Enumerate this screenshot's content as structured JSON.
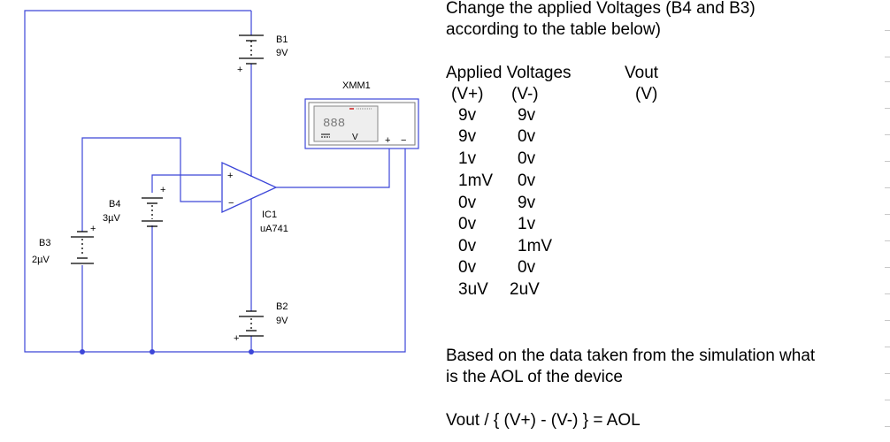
{
  "circuit": {
    "b1": {
      "name": "B1",
      "voltage": "9V"
    },
    "b2": {
      "name": "B2",
      "voltage": "9V"
    },
    "b3": {
      "name": "B3",
      "voltage": "2µV"
    },
    "b4": {
      "name": "B4",
      "voltage": "3µV"
    },
    "ic1": {
      "name": "IC1",
      "part": "uA741"
    },
    "multimeter": {
      "name": "XMM1",
      "display": "888",
      "unit": "V"
    },
    "plus_sign": "+",
    "minus_sign": "−"
  },
  "instructions": {
    "line1": "Change the applied Voltages (B4 and B3)",
    "line2": "according to the table below)"
  },
  "table": {
    "header_applied": "Applied Voltages",
    "header_vout": "Vout",
    "sub_vplus": "(V+)",
    "sub_vminus": "(V-)",
    "sub_vout": "(V)",
    "rows": [
      {
        "vplus": "9v",
        "vminus": "9v"
      },
      {
        "vplus": "9v",
        "vminus": "0v"
      },
      {
        "vplus": "1v",
        "vminus": "0v"
      },
      {
        "vplus": "1mV",
        "vminus": "0v"
      },
      {
        "vplus": "0v",
        "vminus": "9v"
      },
      {
        "vplus": "0v",
        "vminus": "1v"
      },
      {
        "vplus": "0v",
        "vminus": "1mV"
      },
      {
        "vplus": "0v",
        "vminus": "0v"
      },
      {
        "vplus": "3uV",
        "vminus": "2uV"
      }
    ]
  },
  "question": {
    "line1": "Based on the data taken from the simulation what",
    "line2": "is the AOL of the device",
    "formula": "Vout / { (V+) - (V-) } = AOL"
  }
}
